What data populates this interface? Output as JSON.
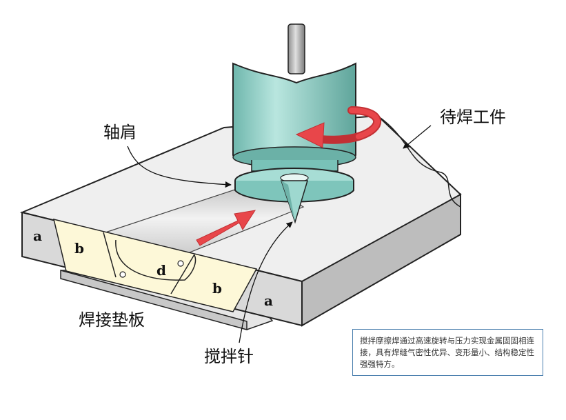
{
  "labels": {
    "shoulder": "轴肩",
    "workpiece": "待焊工件",
    "backing_plate": "焊接垫板",
    "stir_pin": "搅拌针"
  },
  "zones": {
    "a_left": "a",
    "b_left": "b",
    "d": "d",
    "b_right": "b",
    "a_right": "a"
  },
  "note": {
    "text": "搅拌摩擦焊通过高速旋转与压力实现金属固固相连接，具有焊缝气密性优异、变形量小、结构稳定性强强特方。"
  },
  "colors": {
    "tool_body": "#8ccfc6",
    "arrow": "#e8464a",
    "plate_top": "#efefef",
    "plate_side": "#d4d4d4",
    "zone_fill": "#fdf8d8",
    "note_border": "#4a7fae"
  }
}
